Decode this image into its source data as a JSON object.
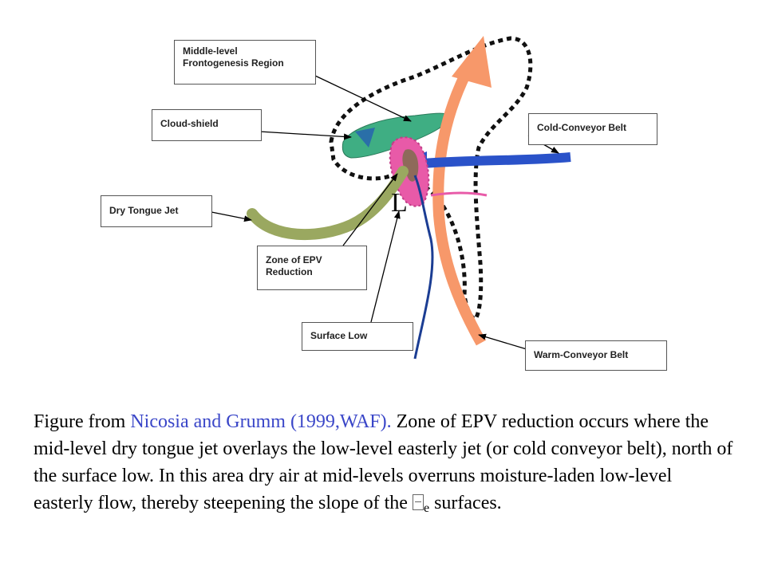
{
  "labels": {
    "middle_level": [
      "Middle-level",
      "Frontogenesis Region"
    ],
    "cloud_shield": "Cloud-shield",
    "cold_conveyor": "Cold-Conveyor Belt",
    "dry_tongue": "Dry Tongue Jet",
    "zone_epv": [
      "Zone of EPV",
      "Reduction"
    ],
    "surface_low": "Surface Low",
    "warm_conveyor": "Warm-Conveyor Belt",
    "low_symbol": "L"
  },
  "caption": {
    "prefix": "Figure from ",
    "citation": "Nicosia and Grumm (1999,WAF).",
    "body": "  Zone of EPV reduction occurs where the mid-level dry tongue jet overlays the low-level easterly jet (or cold conveyor belt), north of the surface low.  In this area dry air at mid-levels overruns moisture-laden low-level easterly flow, thereby steepening the slope of the ",
    "subscript": "e",
    "suffix": " surfaces."
  },
  "colors": {
    "warm_conveyor": "#f7986a",
    "cold_conveyor": "#2a52c9",
    "dry_tongue": "#9aa860",
    "cloud_shield": "#3fae83",
    "epv_zone": "#e85aa8",
    "surface_low_track": "#1b3d93",
    "caption_citation": "#3a46c8"
  }
}
